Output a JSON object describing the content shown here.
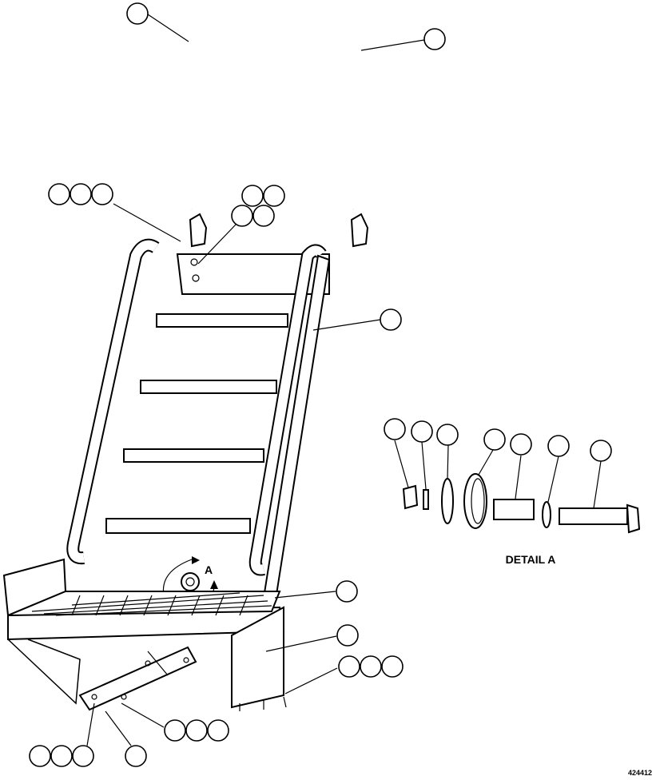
{
  "diagram": {
    "detail_label": "DETAIL A",
    "view_marker": "A",
    "figure_id": "424412",
    "line_color": "#000000",
    "background_color": "#ffffff"
  }
}
